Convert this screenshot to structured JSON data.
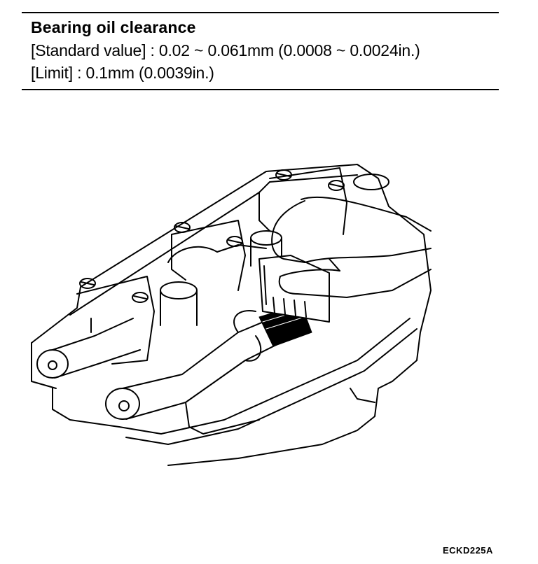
{
  "spec": {
    "title": "Bearing oil clearance",
    "standard_line": "[Standard value] : 0.02 ~ 0.061mm (0.0008 ~ 0.0024in.)",
    "limit_line": "[Limit] :  0.1mm  (0.0039in.)"
  },
  "figure": {
    "code": "ECKD225A",
    "line_color": "#000000"
  }
}
